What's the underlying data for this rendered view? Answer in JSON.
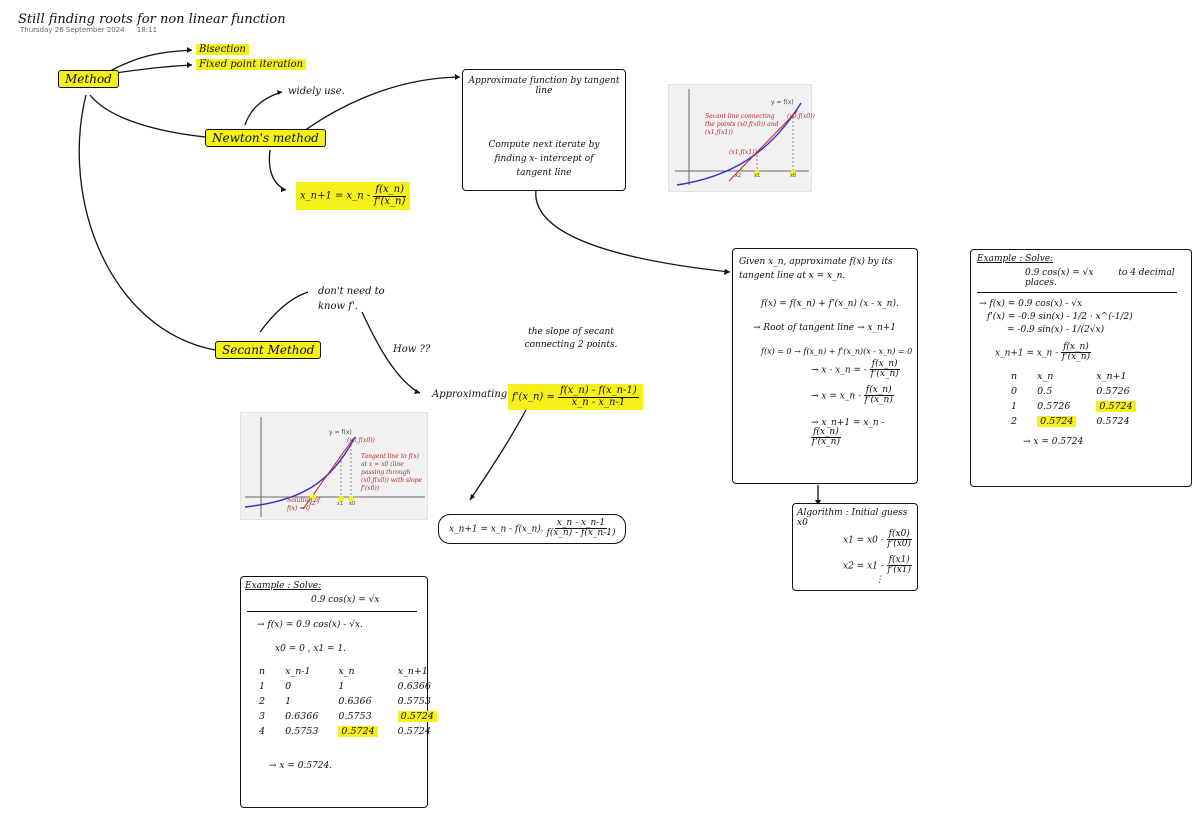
{
  "page": {
    "title": "Still finding roots for non linear function",
    "date": "Thursday 26 September 2024",
    "time": "18:11"
  },
  "mindmap": {
    "root": "Method",
    "bisection": "Bisection",
    "fixed_point": "Fixed point iteration",
    "newton": "Newton's method",
    "widely_used": "widely use.",
    "newton_formula": {
      "lhs": "x_n+1 = x_n -",
      "num": "f(x_n)",
      "den": "f'(x_n)"
    },
    "secant": "Secant Method",
    "dont_need": "don't need to know f'.",
    "how": "How ??",
    "approximating": "Approximating :",
    "slope_note": "the slope of secant connecting 2 points.",
    "approx_formula": {
      "lhs": "f'(x_n) ≈",
      "num": "f(x_n) - f(x_n-1)",
      "den": "x_n - x_n-1"
    },
    "secant_formula": {
      "lhs": "x_n+1 = x_n - f(x_n).",
      "num": "x_n - x_n-1",
      "den": "f(x_n) - f(x_n-1)"
    }
  },
  "tangent_box": {
    "line1": "Approximate function by tangent line",
    "line2": "Compute next iterate by finding x- intercept of tangent line"
  },
  "secant_graph": {
    "curve_label": "y = f(x)",
    "point_label": "(x1,f(x1))",
    "point_label2": "(x0,f(x0))",
    "note": "Secant line connecting the points (x0,f(x0)) and (x1,f(x1))",
    "x_labels": [
      "x2",
      "x1",
      "x0"
    ]
  },
  "tangent_graph": {
    "curve_label": "y = f(x)",
    "point_label": "(x0,f(x0))",
    "note": "Tangent line to f(x) at x = x0 (line passing through (x0,f(x0)) with slope f'(x0))",
    "solution_note": "Solution of f(x) = 0",
    "x_labels": [
      "x2",
      "x1",
      "x0"
    ]
  },
  "derivation": {
    "head": "Given x_n, approximate f(x) by its tangent line at x = x_n.",
    "tangent_eq": "f(x) = f(x_n) + f'(x_n) (x - x_n).",
    "root": "→ Root of tangent line → x_n+1",
    "step1": "f(x) = 0 → f(x_n) + f'(x_n)(x - x_n) = 0",
    "step2_lhs": "→ x - x_n = -",
    "step2_num": "f(x_n)",
    "step2_den": "f'(x_n)",
    "step3_lhs": "→ x = x_n -",
    "step3_num": "f(x_n)",
    "step3_den": "f'(x_n)",
    "step4_lhs": "→ x_n+1 = x_n -",
    "step4_num": "f(x_n)",
    "step4_den": "f'(x_n)"
  },
  "algorithm": {
    "label": "Algorithm : Initial guess x0",
    "line1_lhs": "x1 = x0 -",
    "line1_num": "f(x0)",
    "line1_den": "f'(x0)",
    "line2_lhs": "x2 = x1 -",
    "line2_num": "f(x1)",
    "line2_den": "f'(x1)",
    "dots": "⋮"
  },
  "example_newton": {
    "title": "Example : Solve:",
    "equation": "0.9 cos(x) = √x",
    "precision": "to 4 decimal places.",
    "f": "→ f(x) = 0.9 cos(x) - √x",
    "fprime": "f'(x) = -0.9 sin(x) - 1/2 · x^(-1/2)",
    "fprime2": "= -0.9 sin(x) - 1/(2√x)",
    "iter_lhs": "x_n+1 = x_n -",
    "iter_num": "f(x_n)",
    "iter_den": "f'(x_n)",
    "headers": [
      "n",
      "x_n",
      "x_n+1"
    ],
    "rows": [
      [
        "0",
        "0.5",
        "0.5726"
      ],
      [
        "1",
        "0.5726",
        "0.5724"
      ],
      [
        "2",
        "0.5724",
        "0.5724"
      ]
    ],
    "result": "→ x = 0.5724"
  },
  "example_secant": {
    "title": "Example : Solve:",
    "equation": "0.9 cos(x) = √x",
    "f": "→ f(x) = 0.9 cos(x) - √x.",
    "initial": "x0 = 0 , x1 = 1.",
    "headers": [
      "n",
      "x_n-1",
      "x_n",
      "x_n+1"
    ],
    "rows": [
      [
        "1",
        "0",
        "1",
        "0.6366"
      ],
      [
        "2",
        "1",
        "0.6366",
        "0.5753"
      ],
      [
        "3",
        "0.6366",
        "0.5753",
        "0.5724"
      ],
      [
        "4",
        "0.5753",
        "0.5724",
        "0.5724"
      ]
    ],
    "result": "→ x = 0.5724."
  },
  "colors": {
    "highlight": "#f5ef1a",
    "ink": "#111111",
    "red": "#c0202a",
    "curve": "#3b32c8"
  }
}
